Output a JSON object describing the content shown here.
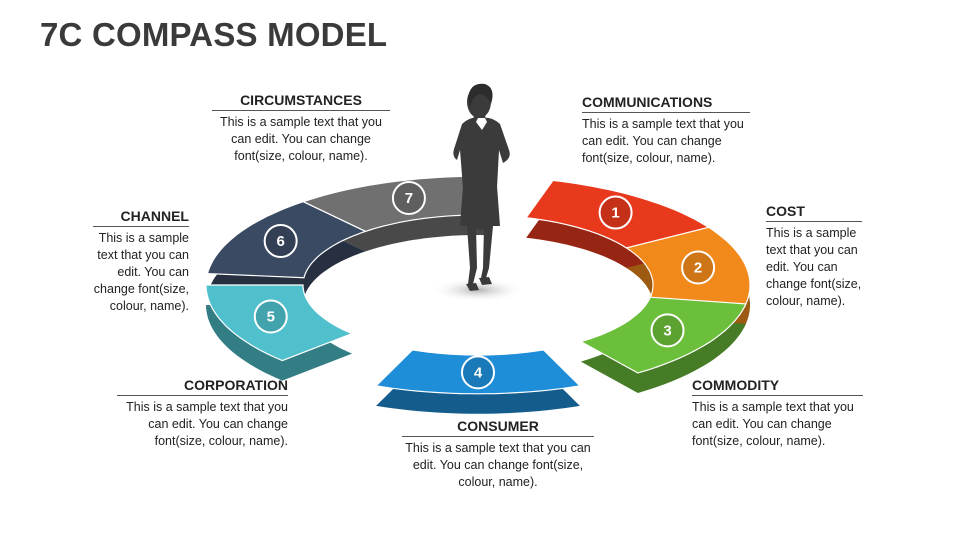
{
  "title": "7C COMPASS MODEL",
  "items": [
    {
      "num": "1",
      "name": "COMMUNICATIONS",
      "text": "This is a sample text that you can edit. You can change font(size, colour, name).",
      "color": "#e8391d"
    },
    {
      "num": "2",
      "name": "COST",
      "text": "This is a sample text that you can edit. You can change font(size, colour, name).",
      "color": "#f28a1b"
    },
    {
      "num": "3",
      "name": "COMMODITY",
      "text": "This is a sample text that you can edit. You can change font(size, colour, name).",
      "color": "#6cbf3a"
    },
    {
      "num": "4",
      "name": "CONSUMER",
      "text": "This is a sample text that you can edit. You can change font(size, colour, name).",
      "color": "#1e8ed8"
    },
    {
      "num": "5",
      "name": "CORPORATION",
      "text": "This is a sample text that you can edit. You can change font(size, colour, name).",
      "color": "#4fc0cc"
    },
    {
      "num": "6",
      "name": "CHANNEL",
      "text": "This is a sample text that you can edit. You can change font(size, colour, name).",
      "color": "#3b4a63"
    },
    {
      "num": "7",
      "name": "CIRCUMSTANCES",
      "text": "This is a sample text that you can edit. You can change font(size, colour, name).",
      "color": "#707070"
    }
  ]
}
